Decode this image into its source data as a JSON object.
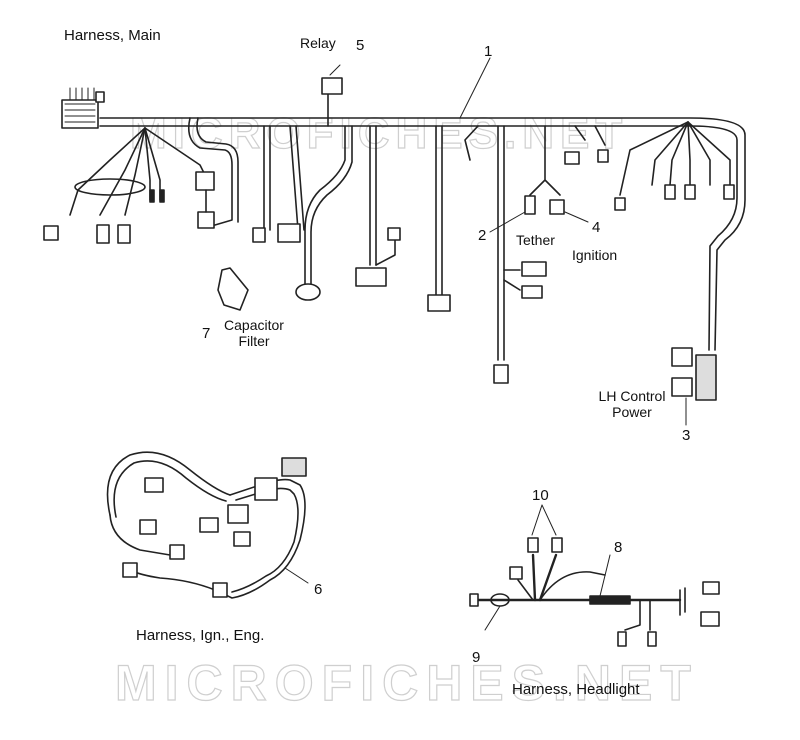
{
  "titles": {
    "main": "Harness, Main",
    "ign_eng": "Harness, Ign., Eng.",
    "headlight": "Harness, Headlight"
  },
  "parts": {
    "p1": {
      "number": "1"
    },
    "p2": {
      "number": "2",
      "label": "Tether"
    },
    "p3": {
      "number": "3",
      "label_line1": "LH Control",
      "label_line2": "Power"
    },
    "p4": {
      "number": "4",
      "label": "Ignition"
    },
    "p5": {
      "number": "5",
      "label": "Relay"
    },
    "p6": {
      "number": "6"
    },
    "p7": {
      "number": "7",
      "label_line1": "Capacitor",
      "label_line2": "Filter"
    },
    "p8": {
      "number": "8"
    },
    "p9": {
      "number": "9"
    },
    "p10": {
      "number": "10"
    }
  },
  "watermark": "MICROFICHES.NET",
  "colors": {
    "line": "#222222",
    "watermark": "#cfcfcf"
  }
}
